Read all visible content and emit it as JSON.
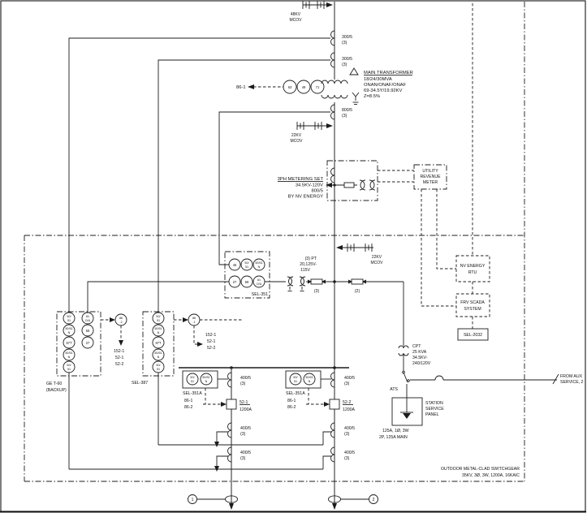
{
  "labels": {
    "arrester48": [
      "48KV",
      "MCOV"
    ],
    "arrester22": [
      "22KV",
      "MCOV"
    ],
    "ct300": [
      "300/5",
      "(3)"
    ],
    "ct800": [
      "800/5",
      "(3)"
    ],
    "ct400": [
      "400/5",
      "(3)"
    ],
    "device86_1": "86-1",
    "transformer": [
      "MAIN TRANSFORMER",
      "18/24/30MVA",
      "ONAN/ONAF/ONAF",
      "69-34.5Y/19.92KV",
      "Z=8.5%"
    ],
    "metering": [
      "3PH METERING SET",
      "34.5KV-120V",
      "800/5",
      "BY NV ENERGY"
    ],
    "utilityMeter": [
      "UTILITY",
      "REVENUE",
      "METER"
    ],
    "rtu": [
      "NV ENERGY",
      "RTU"
    ],
    "scada": [
      "FRV SCADA",
      "SYSTEM"
    ],
    "sel2032": "SEL-2032",
    "pt": [
      "(3) PT",
      "20,125V-",
      "115V"
    ],
    "fuse3": "(3)",
    "fuse2": "(2)",
    "sel351": "SEL-351",
    "sel387": "SEL-387",
    "geT60": [
      "GE T-60",
      "(BACKUP)"
    ],
    "sel351a": "SEL-351A",
    "tripList": [
      "152-1",
      "52-1",
      "52-2"
    ],
    "trip86": [
      "86-1",
      "86-2"
    ],
    "breaker1": [
      "52-1",
      "1200A"
    ],
    "breaker2": [
      "52-2",
      "1200A"
    ],
    "cpt": [
      "CPT",
      "25 KVA",
      "34.5KV-",
      "240/120V"
    ],
    "ats": "ATS",
    "panel": [
      "STATION",
      "SERVICE",
      "PANEL"
    ],
    "panelRating": [
      "125A, 1Ø, 3W",
      "2P, 125A MAIN"
    ],
    "fromAux": [
      "FROM AUX",
      "SERVICE, 2"
    ],
    "switchgear": [
      "OUTDOOR METAL-CLAD SWITCHGEAR",
      "35KV, 3Ø, 3W, 1200A, 16KAIC"
    ]
  },
  "relays": {
    "topDevices": [
      "63",
      "49",
      "71"
    ],
    "sel351r1": [
      [
        "46"
      ],
      [
        "50/",
        "51"
      ],
      [
        "50/51",
        "N"
      ]
    ],
    "sel351r2": [
      [
        "27"
      ],
      [
        "59"
      ],
      [
        "81",
        "O/U"
      ]
    ],
    "geCol1": [
      [
        "50/",
        "51"
      ],
      [
        "50/51",
        "N"
      ],
      [
        "87T"
      ],
      [
        "50/51",
        "N"
      ],
      [
        "50/",
        "51"
      ]
    ],
    "geCol2": [
      [
        "81",
        "O/U"
      ],
      [
        "59"
      ],
      [
        "27"
      ]
    ],
    "sel387Col": [
      [
        "50/",
        "51"
      ],
      [
        "50/51",
        "N"
      ],
      [
        "87T"
      ],
      [
        "50/51",
        "N"
      ],
      [
        "50/",
        "51"
      ]
    ],
    "sel351aPair": [
      [
        "50/",
        "51"
      ],
      [
        "50/51",
        "N"
      ]
    ],
    "lockout1": [
      "86",
      "-1"
    ],
    "lockout2": [
      "86",
      "-2"
    ]
  },
  "terminals": [
    "1",
    "2"
  ],
  "colors": {
    "line": "#1c1c1c",
    "background": "#ffffff"
  }
}
